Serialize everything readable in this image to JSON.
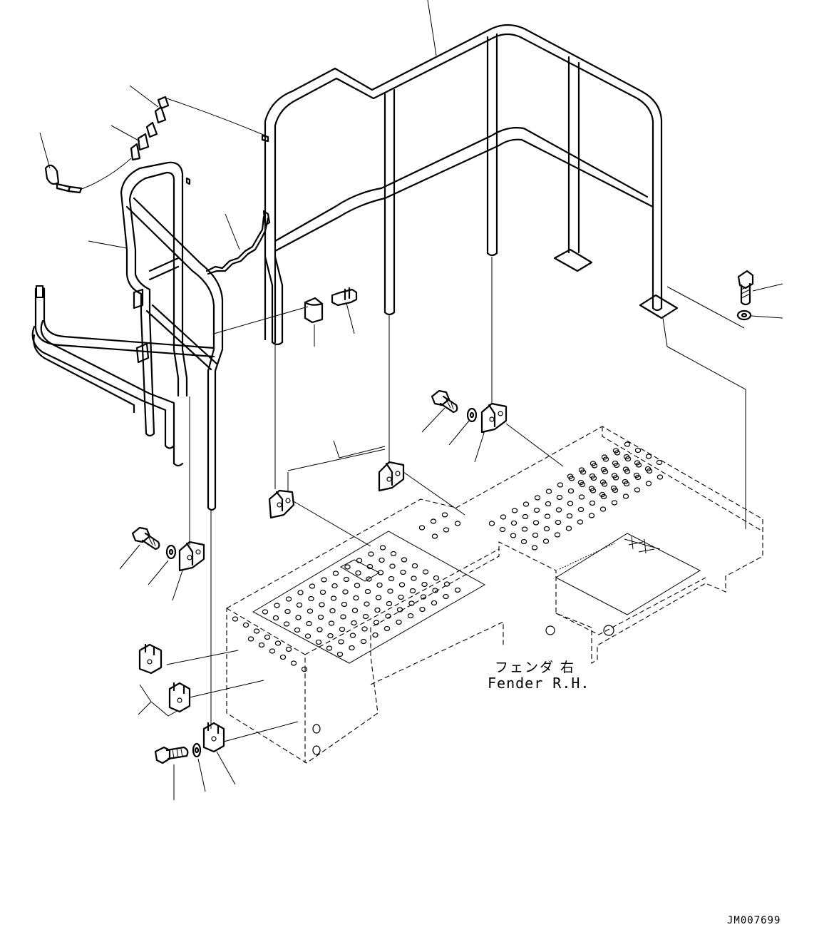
{
  "callout_jp": "フェンダ 右",
  "callout_en": "Fender R.H.",
  "drawing_code": "JM007699"
}
